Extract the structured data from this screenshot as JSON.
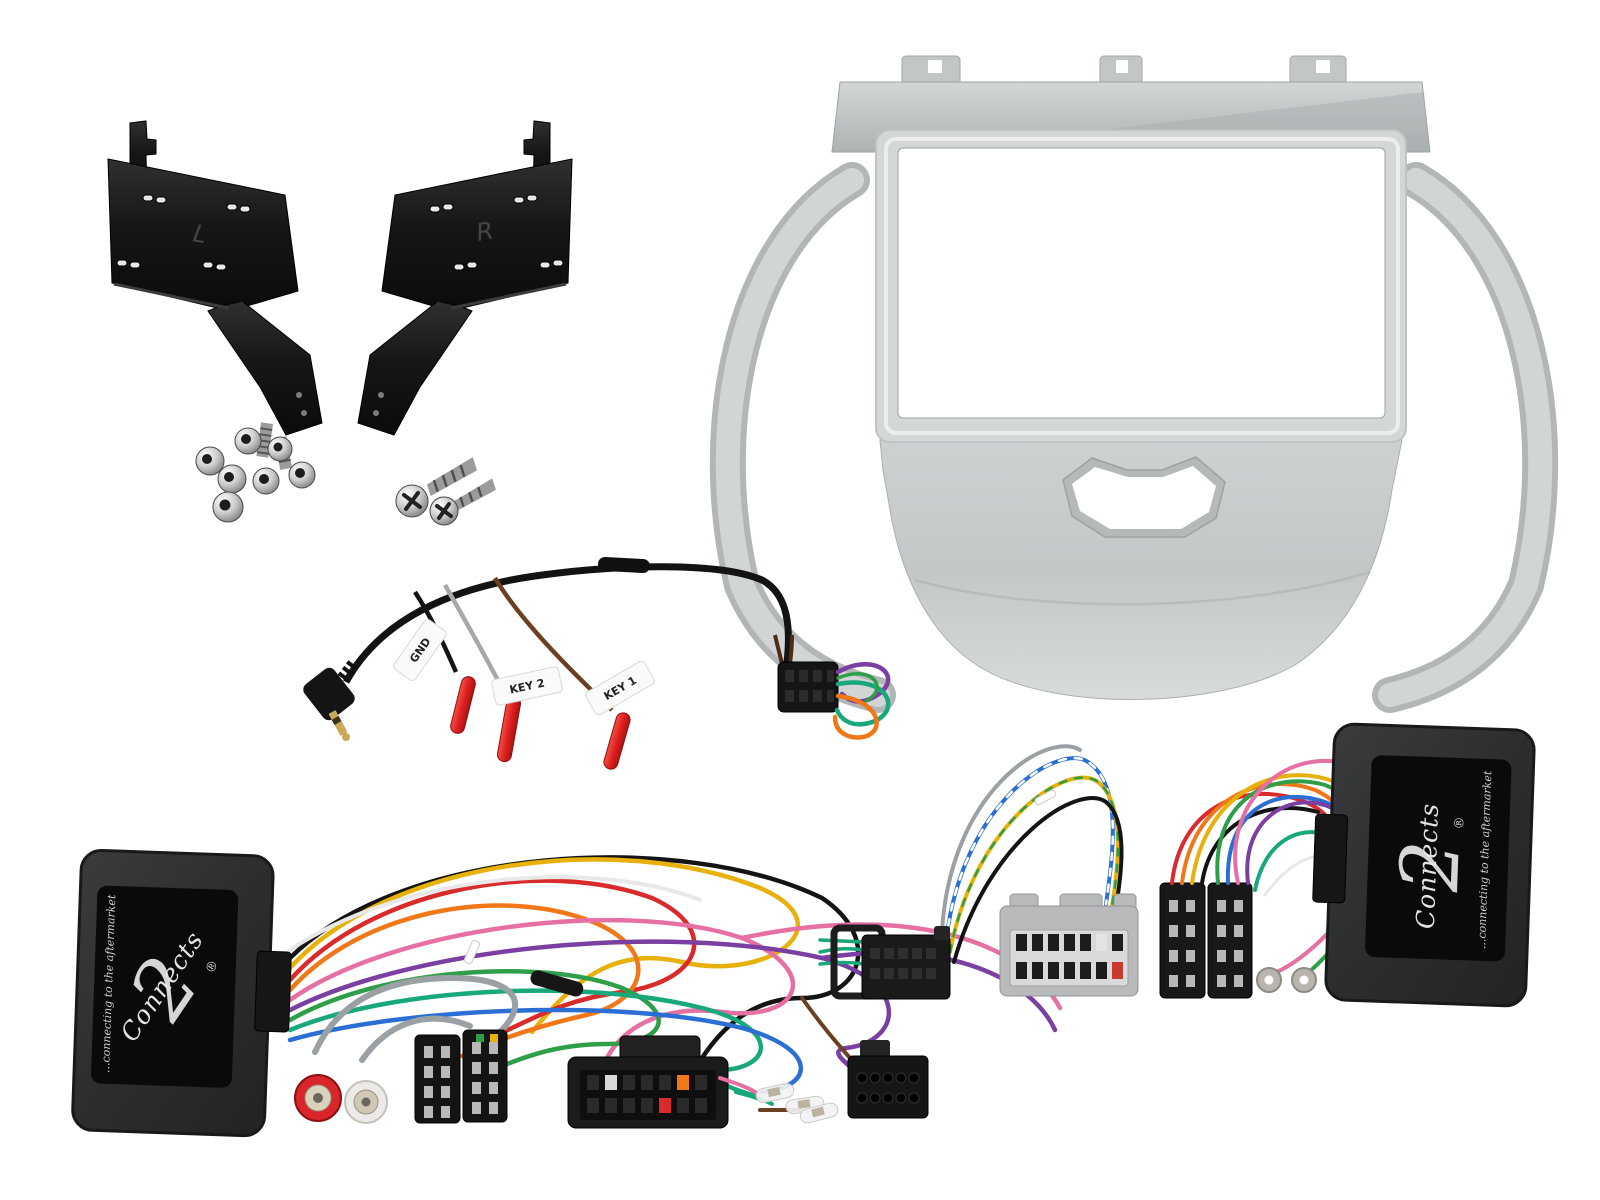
{
  "image_type": "product-photo-car-stereo-fitting-kit",
  "background_color": "#ffffff",
  "brackets": {
    "left_label": "L",
    "right_label": "R"
  },
  "patch_lead": {
    "labels": {
      "gnd": "GND",
      "key2": "KEY 2",
      "key1": "KEY 1"
    }
  },
  "brand": {
    "script": "Connects",
    "numeral": "2",
    "registered": "®",
    "tagline": "...connecting to the aftermarket"
  },
  "colors": {
    "fascia_silver": "#c9cdce",
    "bracket_black": "#161616",
    "module_black": "#2e2f31",
    "label_black": "#0a0a0b",
    "logo_silver": "#d6d6d6",
    "wire_red": "#d92b2b",
    "wire_orange": "#f07818",
    "wire_yellow": "#e8b00a",
    "wire_green": "#2f9e49",
    "wire_teal": "#18a87c",
    "wire_blue": "#2b6fd4",
    "wire_purple": "#7a3fa0",
    "wire_pink": "#e66fa3",
    "wire_brown": "#6b3f22",
    "wire_grey": "#9aa0a3",
    "wire_black": "#141414",
    "bullet_red": "#e02020"
  }
}
